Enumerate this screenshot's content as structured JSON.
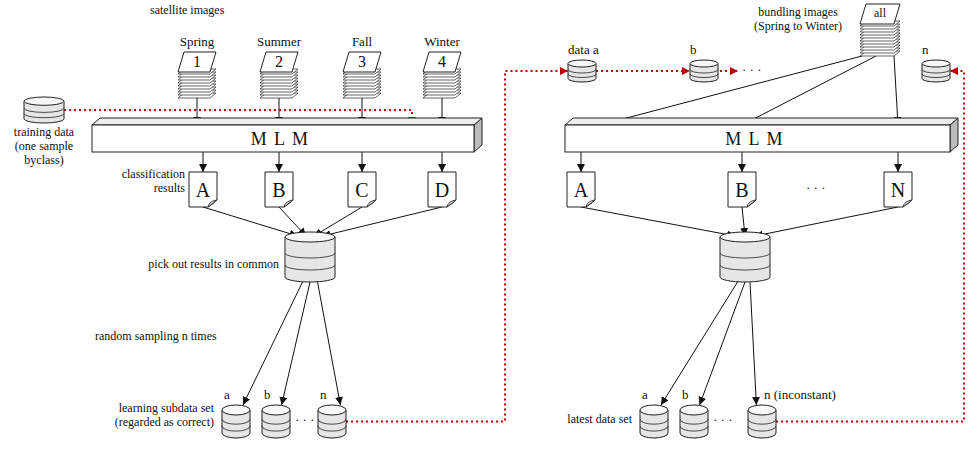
{
  "diagram": {
    "nodes": [
      {
        "text": [
          "Spring",
          "1"
        ]
      },
      {
        "text": [
          "Summer",
          "2"
        ]
      },
      {
        "text": [
          "Fall",
          "3"
        ]
      },
      {
        "text": [
          "Winter",
          "4"
        ]
      },
      {
        "text": [
          "training data (one sample byclass)"
        ]
      },
      {
        "text": [
          "MLM"
        ]
      },
      {
        "text": [
          "A"
        ]
      },
      {
        "text": [
          "B"
        ]
      },
      {
        "text": [
          "C"
        ]
      },
      {
        "text": [
          "D"
        ]
      },
      {
        "text": [
          "pick out results in common"
        ]
      },
      {
        "text": [
          "a"
        ]
      },
      {
        "text": [
          "b"
        ]
      },
      {
        "text": [
          "n"
        ]
      },
      {
        "text": [
          "all"
        ]
      },
      {
        "text": [
          "data a"
        ]
      },
      {
        "text": [
          "b"
        ]
      },
      {
        "text": [
          "n"
        ]
      },
      {
        "text": [
          "MLM"
        ]
      },
      {
        "text": [
          "A"
        ]
      },
      {
        "text": [
          "B"
        ]
      },
      {
        "text": [
          "N"
        ]
      },
      {
        "text": []
      },
      {
        "text": [
          "a"
        ]
      },
      {
        "text": [
          "b"
        ]
      },
      {
        "text": [
          "n (inconstant)"
        ]
      }
    ],
    "edges": [
      {
        "from": 0,
        "to": 5,
        "arrow": "to"
      },
      {
        "from": 1,
        "to": 5,
        "arrow": "to"
      },
      {
        "from": 2,
        "to": 5,
        "arrow": "to"
      },
      {
        "from": 3,
        "to": 5,
        "arrow": "to"
      },
      {
        "from": 4,
        "to": 5,
        "arrow": "to"
      },
      {
        "from": 5,
        "to": 6,
        "arrow": "to"
      },
      {
        "from": 5,
        "to": 7,
        "arrow": "to"
      },
      {
        "from": 5,
        "to": 8,
        "arrow": "to"
      },
      {
        "from": 5,
        "to": 9,
        "arrow": "to"
      },
      {
        "from": 6,
        "to": 10,
        "arrow": "to"
      },
      {
        "from": 7,
        "to": 10,
        "arrow": "to"
      },
      {
        "from": 8,
        "to": 10,
        "arrow": "to"
      },
      {
        "from": 9,
        "to": 10,
        "arrow": "to"
      },
      {
        "from": 10,
        "to": 11,
        "arrow": "to"
      },
      {
        "from": 10,
        "to": 12,
        "arrow": "to"
      },
      {
        "from": 10,
        "to": 13,
        "arrow": "to"
      },
      {
        "from": 13,
        "to": 15,
        "arrow": "to"
      },
      {
        "from": 14,
        "to": 18,
        "arrow": "to"
      },
      {
        "from": 14,
        "to": 18,
        "arrow": "to"
      },
      {
        "from": 14,
        "to": 18,
        "arrow": "to"
      },
      {
        "from": 15,
        "to": 16,
        "arrow": "to"
      },
      {
        "from": 18,
        "to": 19,
        "arrow": "to"
      },
      {
        "from": 18,
        "to": 20,
        "arrow": "to"
      },
      {
        "from": 18,
        "to": 21,
        "arrow": "to"
      },
      {
        "from": 19,
        "to": 22,
        "arrow": "to"
      },
      {
        "from": 20,
        "to": 22,
        "arrow": "to"
      },
      {
        "from": 21,
        "to": 22,
        "arrow": "to"
      },
      {
        "from": 22,
        "to": 23,
        "arrow": "to"
      },
      {
        "from": 22,
        "to": 24,
        "arrow": "to"
      },
      {
        "from": 22,
        "to": 25,
        "arrow": "to"
      },
      {
        "from": 25,
        "to": 17,
        "arrow": "to"
      }
    ],
    "labels": [
      "satellite images",
      "classification results",
      "random sampling n times",
      "learning subdata set (regarded as correct)",
      "· · ·",
      "bundling images (Spring to Winter)",
      "· · ·",
      "· · ·",
      "latest data set",
      "· · ·"
    ]
  }
}
